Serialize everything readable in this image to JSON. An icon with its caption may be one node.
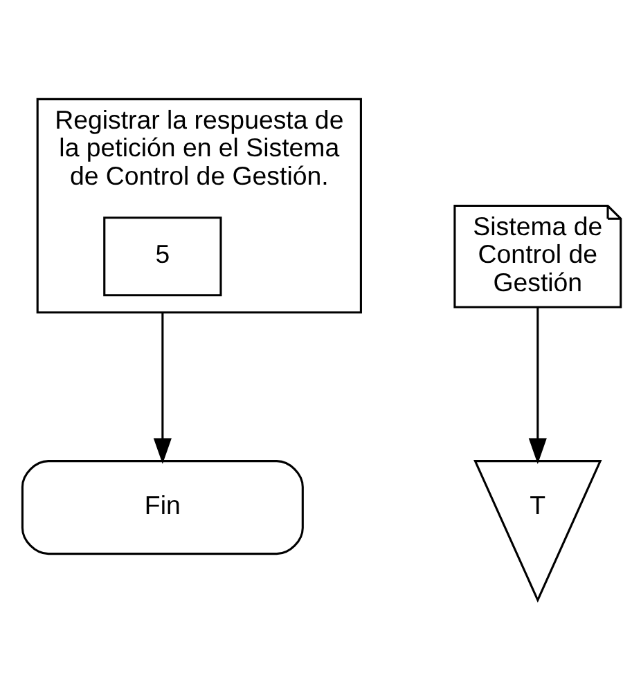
{
  "diagram": {
    "nodes": [
      {
        "text": [
          "Registrar la respuesta de la petición en el Sistema de Control de Gestión."
        ]
      },
      {
        "text": [
          "5"
        ],
        "in": 0
      },
      {
        "text": [
          "Sistema de Control de Gestión"
        ]
      },
      {
        "text": [
          "T"
        ]
      },
      {
        "text": [
          "Fin"
        ]
      }
    ],
    "edges": [
      {
        "from": 0,
        "to": 4,
        "arrow": "to"
      },
      {
        "from": 2,
        "to": 3,
        "arrow": "to"
      }
    ]
  }
}
